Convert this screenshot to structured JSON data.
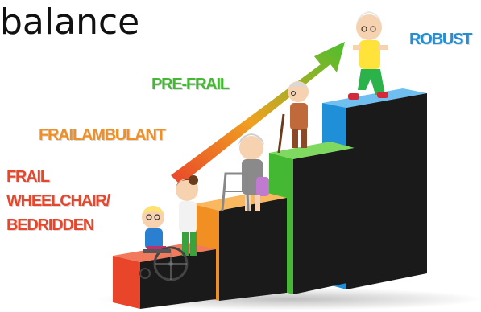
{
  "heading": "balance",
  "stages": [
    {
      "label": "ROBUST",
      "color": "#1f8fd8"
    },
    {
      "label": "PRE-FRAIL",
      "color": "#45b833"
    },
    {
      "label": "FRAILAMBULANT",
      "color": "#f18f22"
    },
    {
      "label_lines": [
        "FRAIL",
        "WHEELCHAIR/",
        "BEDRIDDEN"
      ],
      "color": "#e8452a"
    }
  ],
  "icons": {
    "arrow": "upward-progress-arrow",
    "figures": [
      "wheelchair-elder-figure",
      "walker-elder-figure",
      "cane-elder-figure",
      "exercising-elder-figure"
    ]
  }
}
